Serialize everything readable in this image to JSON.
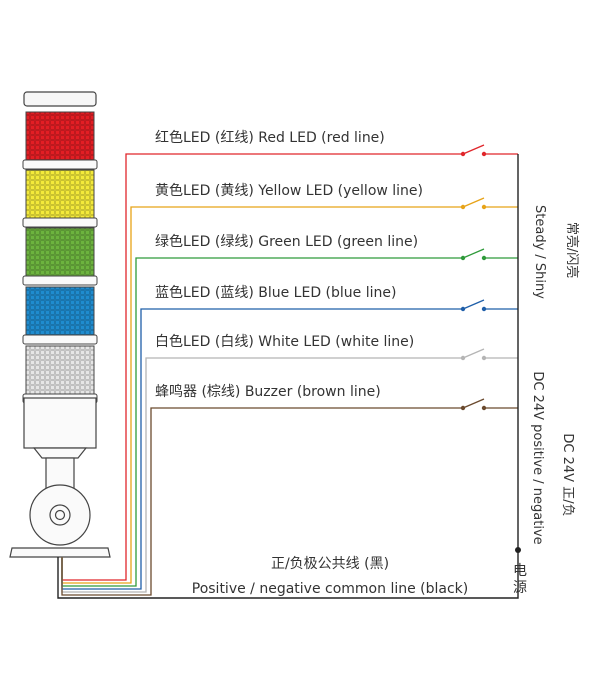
{
  "lines": [
    {
      "label": "红色LED (红线) Red LED (red line)",
      "color": "#e0262b"
    },
    {
      "label": "黄色LED (黄线) Yellow LED (yellow line)",
      "color": "#e7a318"
    },
    {
      "label": "绿色LED (绿线) Green LED (green line)",
      "color": "#2f9a3a"
    },
    {
      "label": "蓝色LED (蓝线) Blue LED (blue line)",
      "color": "#1f5fa9"
    },
    {
      "label": "白色LED (白线) White LED (white line)",
      "color": "#b5b5b5"
    },
    {
      "label": "蜂鸣器 (棕线) Buzzer (brown line)",
      "color": "#6b4a2e"
    }
  ],
  "tiers": [
    {
      "name": "red",
      "color": "#e31e24"
    },
    {
      "name": "yellow",
      "color": "#f4ea3a"
    },
    {
      "name": "green",
      "color": "#6cb33e"
    },
    {
      "name": "blue",
      "color": "#1f8ccf"
    },
    {
      "name": "white",
      "color": "#e6e6e6"
    }
  ],
  "common_line": {
    "label_cn": "正/负极公共线 (黑)",
    "label_en": "Positive / negative common line (black)",
    "color": "#222222"
  },
  "mode_label": {
    "cn": "常亮/闪亮",
    "en": "Steady / Shiny"
  },
  "power_label": {
    "cn": "DC 24V 正/负",
    "en": "DC 24V positive / negative"
  },
  "power_source_label": {
    "char1": "电",
    "char2": "源"
  }
}
